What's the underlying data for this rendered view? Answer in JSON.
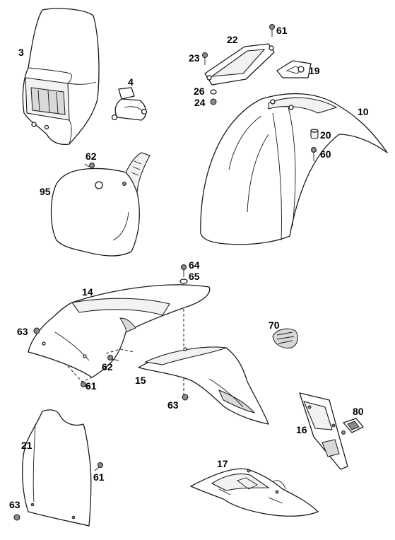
{
  "callouts": {
    "c3": "3",
    "c4": "4",
    "c10": "10",
    "c14": "14",
    "c15": "15",
    "c16": "16",
    "c17": "17",
    "c19": "19",
    "c20": "20",
    "c21": "21",
    "c22": "22",
    "c23": "23",
    "c24": "24",
    "c26": "26",
    "c60": "60",
    "c61a": "61",
    "c61b": "61",
    "c61c": "61",
    "c62a": "62",
    "c62b": "62",
    "c63a": "63",
    "c63b": "63",
    "c63c": "63",
    "c64": "64",
    "c65": "65",
    "c70": "70",
    "c80": "80",
    "c95": "95"
  }
}
